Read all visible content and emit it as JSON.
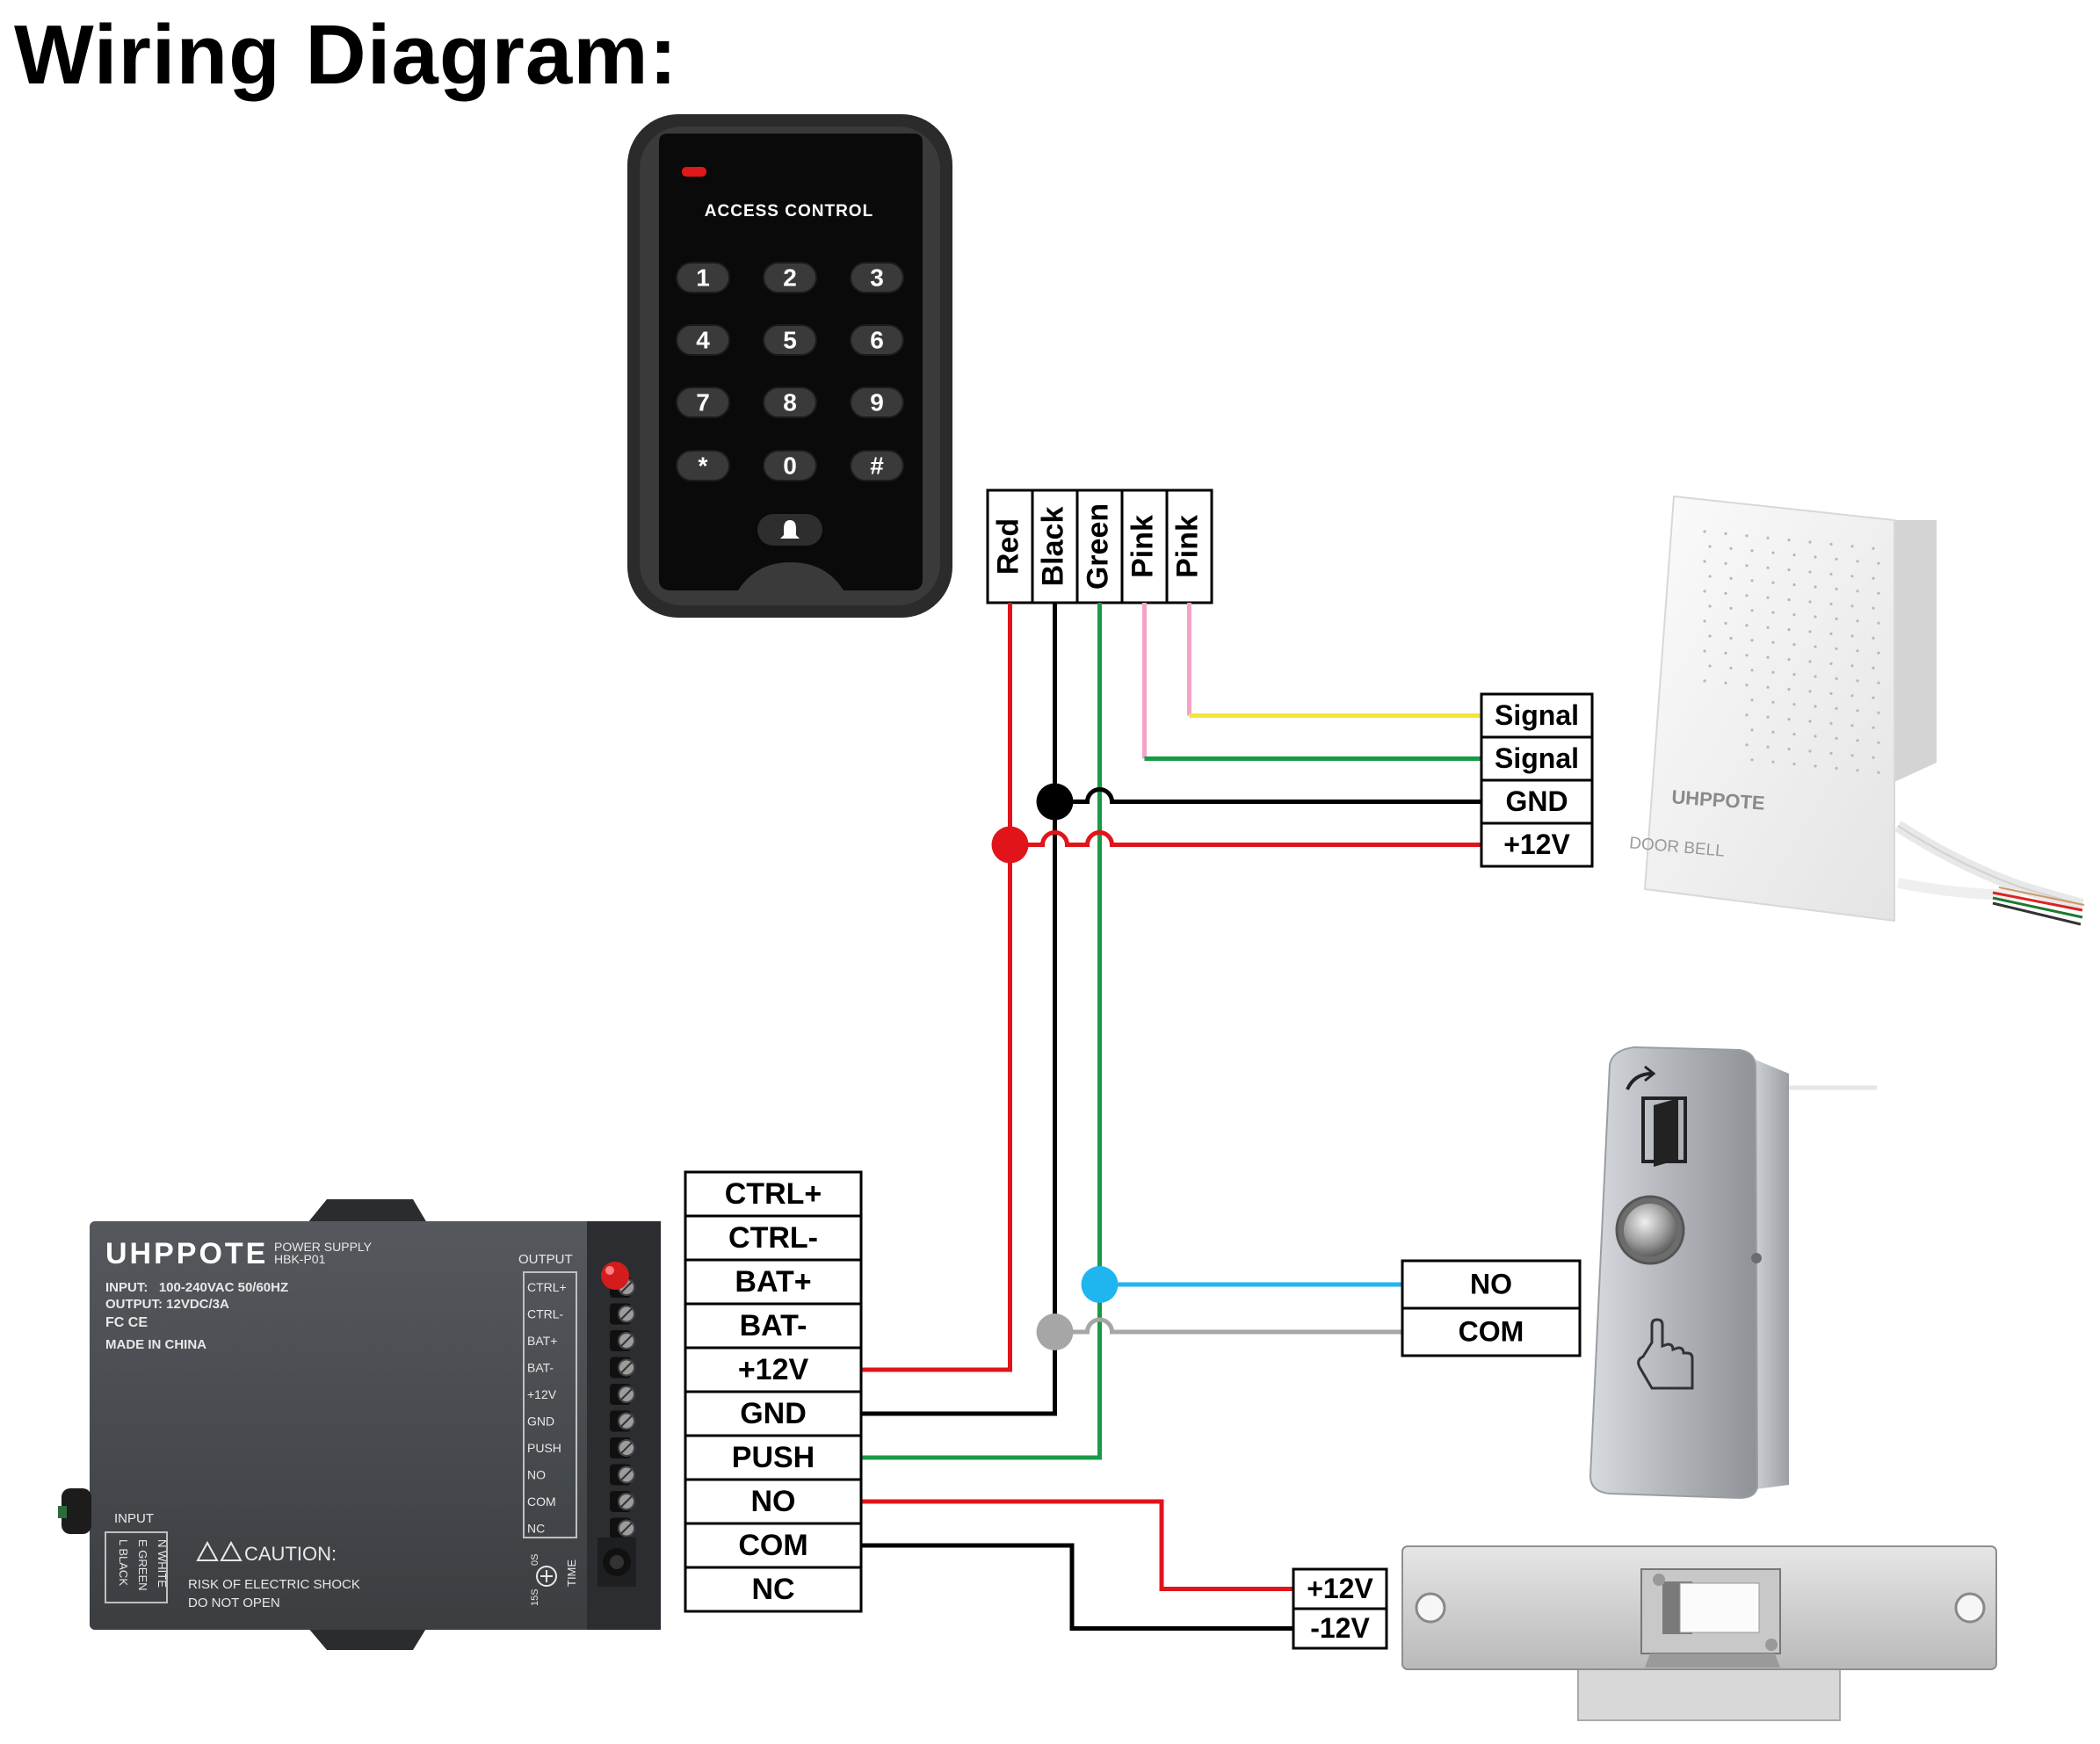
{
  "title": "Wiring Diagram:",
  "colors": {
    "red": "#e0141a",
    "black": "#000000",
    "green": "#1a9a48",
    "pink": "#f4a3c8",
    "yellow": "#f6e43a",
    "blue": "#1fb6ef",
    "gray": "#a6a6a6"
  },
  "keypad": {
    "title": "ACCESS CONTROL",
    "keys": [
      "1",
      "2",
      "3",
      "4",
      "5",
      "6",
      "7",
      "8",
      "9",
      "*",
      "0",
      "#"
    ],
    "wires": [
      "Red",
      "Black",
      "Green",
      "Pink",
      "Pink"
    ]
  },
  "doorbell": {
    "brand": "UHPPOTE",
    "model": "DOOR BELL",
    "terminals": [
      "Signal",
      "Signal",
      "GND",
      "+12V"
    ]
  },
  "exit_button": {
    "terminals": [
      "NO",
      "COM"
    ]
  },
  "lock": {
    "terminals": [
      "+12V",
      "-12V"
    ]
  },
  "power_supply": {
    "brand": "UHPPOTE",
    "product": "POWER SUPPLY",
    "model": "HBK-P01",
    "input": "INPUT:   100-240VAC 50/60HZ",
    "output": "OUTPUT: 12VDC/3A",
    "cert": "FC CE",
    "made": "MADE IN CHINA",
    "output_label": "OUTPUT",
    "terminal_labels": [
      "CTRL+",
      "CTRL-",
      "BAT+",
      "BAT-",
      "+12V",
      "GND",
      "PUSH",
      "NO",
      "COM",
      "NC"
    ],
    "input_label": "INPUT",
    "input_lines": [
      "L BLACK",
      "E GREEN",
      "N WHITE"
    ],
    "caution_title": "CAUTION:",
    "caution_lines": [
      "RISK OF ELECTRIC SHOCK",
      "DO NOT OPEN"
    ],
    "time_label": "TIME",
    "time_min": "15S",
    "time_max": "0S",
    "terminals": [
      "CTRL+",
      "CTRL-",
      "BAT+",
      "BAT-",
      "+12V",
      "GND",
      "PUSH",
      "NO",
      "COM",
      "NC"
    ]
  }
}
